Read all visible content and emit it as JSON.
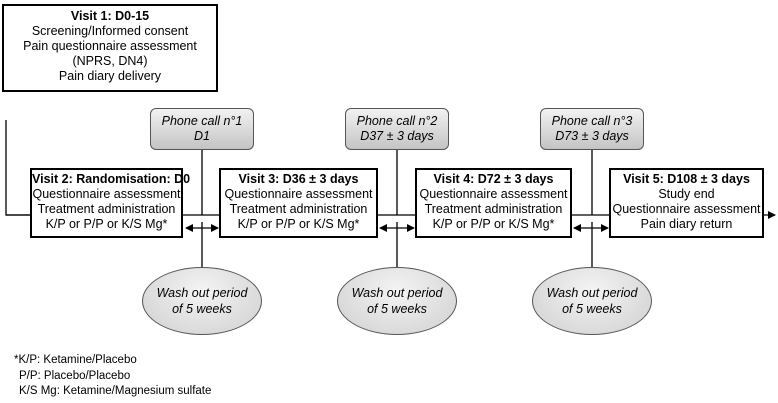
{
  "visit1": {
    "title": "Visit 1: D0-15",
    "lines": [
      "Screening/Informed consent",
      "Pain questionnaire assessment",
      "(NPRS, DN4)",
      "Pain diary delivery"
    ]
  },
  "visits": [
    {
      "title": "Visit 2: Randomisation:  D0",
      "lines": [
        "Questionnaire assessment",
        "Treatment administration",
        "K/P or P/P or K/S Mg*"
      ]
    },
    {
      "title": "Visit 3: D36 ± 3 days",
      "lines": [
        "Questionnaire assessment",
        "Treatment administration",
        "K/P or P/P or K/S Mg*"
      ]
    },
    {
      "title": "Visit 4: D72 ± 3 days",
      "lines": [
        "Questionnaire assessment",
        "Treatment administration",
        "K/P or P/P or K/S Mg*"
      ]
    },
    {
      "title": "Visit 5: D108 ± 3 days",
      "lines": [
        "Study end",
        "Questionnaire assessment",
        "Pain diary return"
      ]
    }
  ],
  "phone_calls": [
    {
      "line1": "Phone call n°1",
      "line2": "D1"
    },
    {
      "line1": "Phone call n°2",
      "line2": "D37 ± 3 days"
    },
    {
      "line1": "Phone call n°3",
      "line2": "D73 ± 3 days"
    }
  ],
  "washouts": [
    {
      "line1": "Wash out period",
      "line2": "of 5 weeks"
    },
    {
      "line1": "Wash out period",
      "line2": "of 5 weeks"
    },
    {
      "line1": "Wash out period",
      "line2": "of 5 weeks"
    }
  ],
  "footnote": {
    "lines": [
      "*K/P: Ketamine/Placebo",
      "P/P: Placebo/Placebo",
      "K/S Mg: Ketamine/Magnesium sulfate"
    ]
  }
}
